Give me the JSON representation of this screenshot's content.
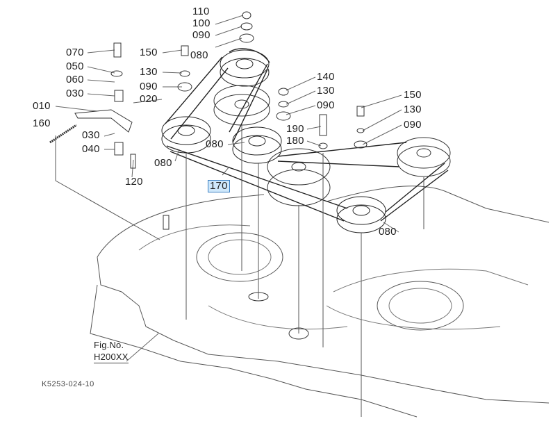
{
  "labels": {
    "p110": "110",
    "p100": "100",
    "p090a": "090",
    "p070": "070",
    "p150a": "150",
    "p080a": "080",
    "p050": "050",
    "p130a": "130",
    "p060": "060",
    "p090b": "090",
    "p030a": "030",
    "p020": "020",
    "p010": "010",
    "p160": "160",
    "p030b": "030",
    "p040": "040",
    "p120": "120",
    "p080b": "080",
    "p080c": "080",
    "p170": "170",
    "p140": "140",
    "p130b": "130",
    "p090c": "090",
    "p190": "190",
    "p180": "180",
    "p150b": "150",
    "p130c": "130",
    "p090d": "090",
    "p080d": "080"
  },
  "highlighted_part": "170",
  "highlight_color": "#cfe8fb",
  "figure": {
    "label": "Fig.No.",
    "number": "H200XX"
  },
  "drawing_code": "K5253-024-10"
}
